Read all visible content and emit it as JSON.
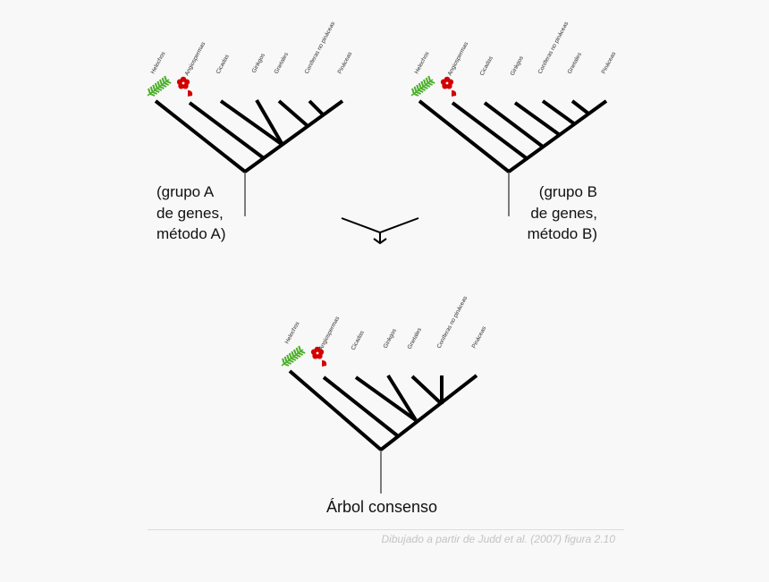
{
  "trees": [
    {
      "id": "tree-a",
      "taxa": [
        "Helechos",
        "Angiospermas",
        "Cicadas",
        "Ginkgos",
        "Gnetales",
        "Coníferas no pináceas",
        "Pináceas"
      ],
      "caption": [
        "(grupo A",
        "de genes,",
        "método A)"
      ]
    },
    {
      "id": "tree-b",
      "taxa": [
        "Helechos",
        "Angiospermas",
        "Cicadas",
        "Ginkgos",
        "Coníferas no pináceas",
        "Gnetales",
        "Pináceas"
      ],
      "caption": [
        "(grupo B",
        "de genes,",
        "método B)"
      ]
    },
    {
      "id": "tree-consensus",
      "taxa": [
        "Helechos",
        "Angiospermas",
        "Cicadas",
        "Ginkgos",
        "Gnetales",
        "Coníferas no pináceas",
        "Pináceas"
      ],
      "caption": [
        "Árbol consenso"
      ]
    }
  ],
  "footer": "Dibujado a partir de Judd et al. (2007) figura 2.10",
  "colors": {
    "branch": "#000000",
    "fern": "#4caf2a",
    "flower": "#d40000",
    "footer": "#c4c4c4"
  },
  "icons": [
    "fern-icon",
    "flower-icon",
    "merge-arrow-icon"
  ]
}
